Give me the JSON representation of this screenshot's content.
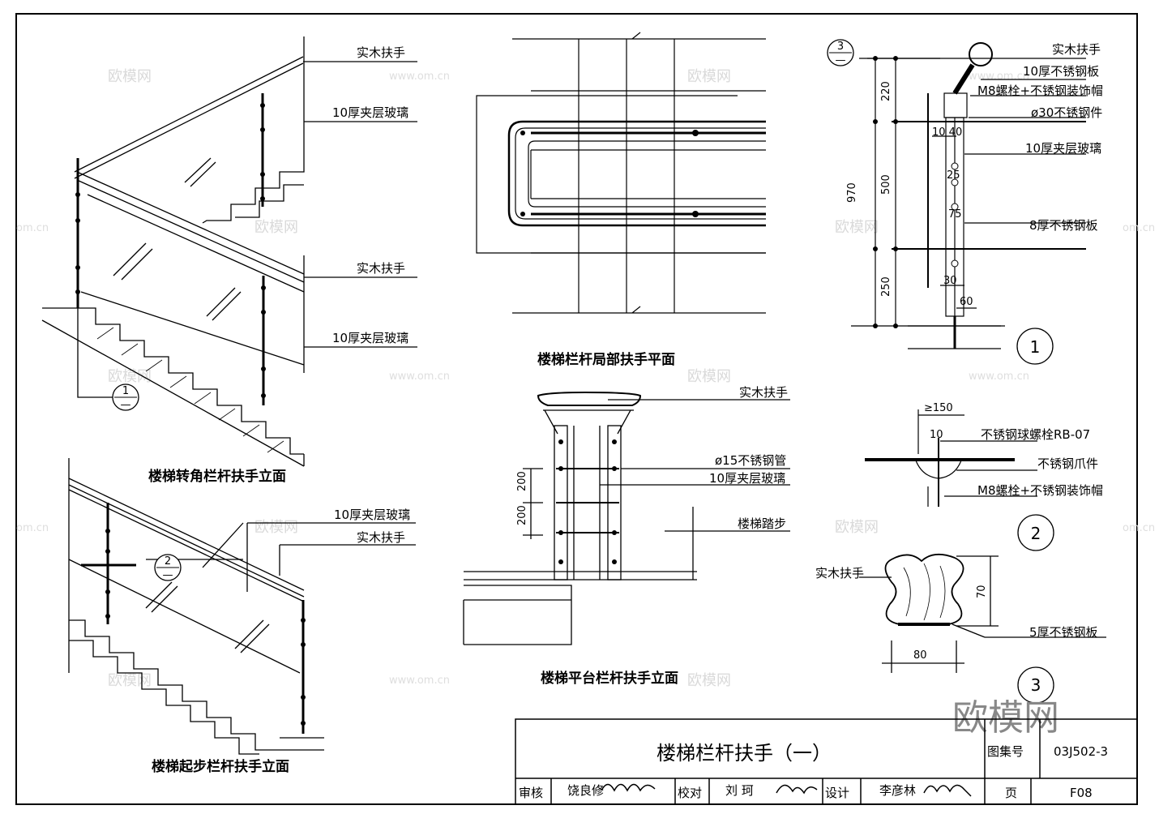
{
  "labels": {
    "wood_handrail": "实木扶手",
    "glass_10": "10厚夹层玻璃",
    "steel_plate_10": "10厚不锈钢板",
    "m8_bolt": "M8螺栓+不锈钢装饰帽",
    "steel_part_30": "ø30不锈钢件",
    "steel_plate_8": "8厚不锈钢板",
    "steel_ball_bolt": "不锈钢球螺栓RB-07",
    "steel_claw": "不锈钢爪件",
    "steel_pipe_15": "ø15不锈钢管",
    "stair_step": "楼梯踏步",
    "steel_plate_5": "5厚不锈钢板"
  },
  "titles": {
    "corner": "楼梯转角栏杆扶手立面",
    "start": "楼梯起步栏杆扶手立面",
    "plan": "楼梯栏杆局部扶手平面",
    "platform": "楼梯平台栏杆扶手立面"
  },
  "dims": {
    "d220": "220",
    "d970": "970",
    "d500": "500",
    "d250": "250",
    "d10_40": "10 40",
    "d25": "25",
    "d75": "75",
    "d30": "30",
    "d60": "60",
    "d150": "≥150",
    "d10": "10",
    "d200a": "200",
    "d200b": "200",
    "d70": "70",
    "d80": "80"
  },
  "markers": {
    "m1_top": "1",
    "m1_bot": "—",
    "m2_top": "2",
    "m2_bot": "—",
    "m3_top": "3",
    "m3_bot": "—",
    "detail1": "1",
    "detail2": "2",
    "detail3": "3"
  },
  "title_block": {
    "sheet_title": "楼梯栏杆扶手（一）",
    "atlas_label": "图集号",
    "atlas_no": "03J502-3",
    "review": "审核",
    "reviewer": "饶良修",
    "check": "校对",
    "checker": "刘 珂",
    "design": "设计",
    "designer": "李彦林",
    "page_label": "页",
    "page_no": "F08"
  },
  "watermarks": {
    "cn": "欧模网",
    "url": "www.om.cn",
    "url_short": "om.cn",
    "brand": "欧模网"
  }
}
